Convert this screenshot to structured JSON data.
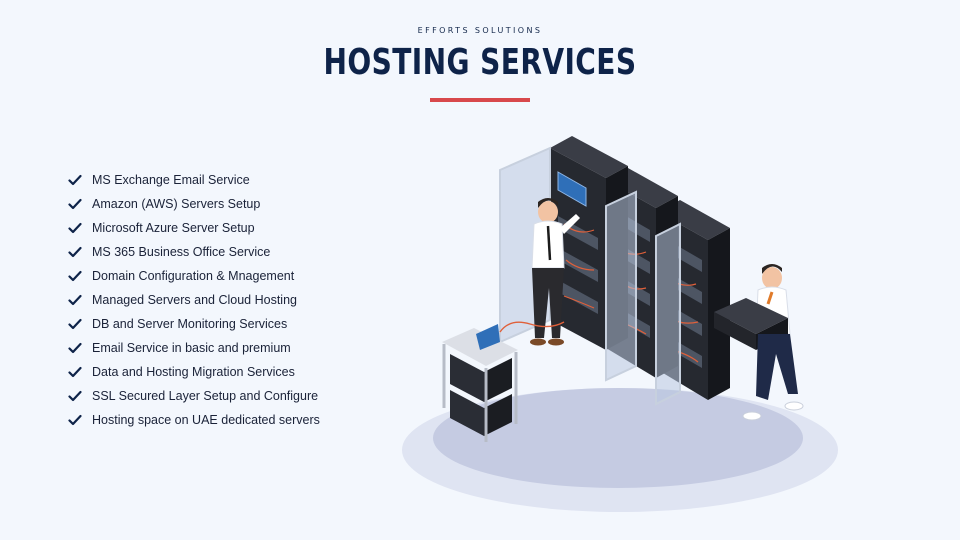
{
  "header": {
    "kicker": "EFFORTS SOLUTIONS",
    "title": "HOSTING SERVICES",
    "accent_color": "#d8484c"
  },
  "services": [
    "MS Exchange Email Service",
    "Amazon (AWS) Servers Setup",
    "Microsoft Azure Server Setup",
    "MS 365 Business Office Service",
    "Domain Configuration & Mnagement",
    "Managed Servers and Cloud Hosting",
    "DB and Server Monitoring Services",
    "Email Service in basic and premium",
    "Data and Hosting Migration Services",
    "SSL Secured Layer Setup and Configure",
    "Hosting space on UAE dedicated servers"
  ],
  "icons": {
    "bullet": "check-icon",
    "illustration": "server-room-illustration"
  }
}
